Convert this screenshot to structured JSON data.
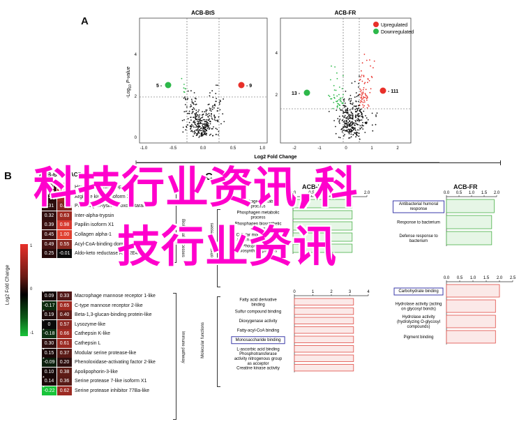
{
  "panels": {
    "a": "A",
    "b": "B",
    "c": "C"
  },
  "overlay": {
    "line1": "科技行业资讯,科",
    "line2": "技行业资讯"
  },
  "volcano": {
    "shared_xlabel": "Log2 Fold Change",
    "ylabel_prefix": "-Log",
    "ylabel_sub": "10",
    "ylabel_suffix": " P-value",
    "legend_up": "Upregulated",
    "legend_down": "Downregulated",
    "colors": {
      "up": "#e8302a",
      "down": "#2db84a",
      "ns": "#111111"
    },
    "left": {
      "title": "ACB-BtS",
      "xticks": [
        "-1.0",
        "-0.5",
        "0.0",
        "0.5",
        "1.0"
      ],
      "yticks": [
        "0",
        "2",
        "4"
      ],
      "callout_down": "5 -",
      "callout_up": "- 9"
    },
    "right": {
      "title": "ACB-FR",
      "xticks": [
        "-2",
        "-1",
        "0",
        "1",
        "2"
      ],
      "yticks": [
        "2",
        "4"
      ],
      "callout_down": "13 -",
      "callout_up": "- 111"
    }
  },
  "heatmap": {
    "col_left": "ACB-BtS",
    "col_right": "ACB-FR",
    "legend_title": "Log2 Fold Change",
    "legend_ticks": [
      "1",
      "0",
      "-1"
    ],
    "group1_label": "Biological processes",
    "group2_label": "Immune pathway",
    "rows_group1": [
      {
        "a": "0.69",
        "b": "",
        "label": "Hormone-sensitive lipase",
        "ca": "#3a1010",
        "cb": "#b02020",
        "star_a": true
      },
      {
        "a": "0.27",
        "b": "0.60",
        "label": "Arginine kinase isoform X2",
        "ca": "#2a0c0c",
        "cb": "#9a2a22"
      },
      {
        "a": "0.31",
        "b": "0.45",
        "label": "Procollagen-lysine 2-oxoglutarate",
        "ca": "#2e0e0e",
        "cb": "#80251e"
      },
      {
        "a": "0.32",
        "b": "0.63",
        "label": "Inter-alpha-trypsin",
        "ca": "#300e0e",
        "cb": "#a02a22"
      },
      {
        "a": "0.39",
        "b": "0.98",
        "label": "Papilin isoform X1",
        "ca": "#3a1010",
        "cb": "#d83a30"
      },
      {
        "a": "0.45",
        "b": "1.00",
        "label": "Collagen alpha-1",
        "ca": "#401212",
        "cb": "#e04030"
      },
      {
        "a": "0.49",
        "b": "0.55",
        "label": "Acyl-CoA-binding domain",
        "ca": "#461414",
        "cb": "#8a2a22"
      },
      {
        "a": "0.25",
        "b": "-0.01",
        "label": "Aldo-keto reductase AKR2E4-like",
        "ca": "#260a0a",
        "cb": "#0a0a0a"
      }
    ],
    "rows_group2": [
      {
        "a": "0.09",
        "b": "0.33",
        "label": "Macrophage mannose receptor 1-like",
        "ca": "#140606",
        "cb": "#521818",
        "star_a": true
      },
      {
        "a": "-0.17",
        "b": "0.65",
        "label": "C-type mannose receptor 2-like",
        "ca": "#0c2a0e",
        "cb": "#a02a22",
        "star_a": true
      },
      {
        "a": "0.19",
        "b": "0.40",
        "label": "Beta-1,3-glucan-binding protein-like",
        "ca": "#1e0a0a",
        "cb": "#621c18",
        "star_a": true
      },
      {
        "a": "0",
        "b": "0.57",
        "label": "Lysozyme-like",
        "ca": "#0a0a0a",
        "cb": "#8e2822",
        "star_a": true
      },
      {
        "a": "-0.18",
        "b": "0.66",
        "label": "Cathepsin K-like",
        "ca": "#0e3012",
        "cb": "#a42c24",
        "star_a": true
      },
      {
        "a": "0.30",
        "b": "0.61",
        "label": "Cathepsin L",
        "ca": "#2e0e0e",
        "cb": "#9a2a22"
      },
      {
        "a": "0.15",
        "b": "0.37",
        "label": "Modular serine protease-like",
        "ca": "#1a0808",
        "cb": "#5a1a16",
        "star_a": true
      },
      {
        "a": "-0.09",
        "b": "0.20",
        "label": "Phenoloxidase-activating factor 2-like",
        "ca": "#0a1e0c",
        "cb": "#2e0e0e",
        "star_a": true
      },
      {
        "a": "0.10",
        "b": "0.38",
        "label": "Apolipophorin-3-like",
        "ca": "#160808",
        "cb": "#5e1c16"
      },
      {
        "a": "0.14",
        "b": "0.36",
        "label": "Serine protease 7-like isoform X1",
        "ca": "#1a0808",
        "cb": "#581a16",
        "star_a": true
      },
      {
        "a": "-0.22",
        "b": "0.62",
        "label": "Serine protease inhibitor 77Ba-like",
        "ca": "#19c43a",
        "cb": "#9c2a22",
        "star_a": true
      }
    ]
  },
  "enrichment": {
    "left_title": "ACB-BtS",
    "right_title": "ACB-FR",
    "group1_label": "Biological processes",
    "group2_label": "Molecular functions",
    "left_top_ticks": [
      "0.0",
      "0.5",
      "1.0",
      "1.5",
      "2.0"
    ],
    "left_bottom_ticks": [
      "0",
      "1",
      "2",
      "3",
      "4"
    ],
    "right_top_ticks": [
      "0.0",
      "0.5",
      "1.0",
      "1.5",
      "2.0"
    ],
    "right_bottom_ticks": [
      "0.0",
      "0.5",
      "1.0",
      "1.5",
      "2.0",
      "2.5"
    ],
    "left_bp": [
      {
        "label": "Phosphagen metabolic process",
        "value": 1.6
      },
      {
        "label": "Phosphagen metabolic process",
        "value": 1.6
      },
      {
        "label": "Phosphagen biosynthetic process",
        "value": 1.6
      },
      {
        "label": "Cellular modified amino acid metabolic process",
        "value": 1.6
      },
      {
        "label": "Phosphocreatine biosynthetic process",
        "value": 1.6
      }
    ],
    "right_bp": [
      {
        "label": "Antibacterial humoral response",
        "value": 1.9,
        "boxed": true
      },
      {
        "label": "Response to bacterium",
        "value": 1.8
      },
      {
        "label": "Defense response to bacterium",
        "value": 1.8
      }
    ],
    "left_mf": [
      {
        "label": "Fatty acid derivative binding",
        "value": 3.2
      },
      {
        "label": "Sulfur compound binding",
        "value": 3.2
      },
      {
        "label": "Dioxygenase activity",
        "value": 3.2
      },
      {
        "label": "Fatty-acyl-CoA binding",
        "value": 3.2
      },
      {
        "label": "Monosaccharide binding",
        "value": 3.2,
        "boxed": true
      },
      {
        "label": "L-ascorbic acid binding",
        "value": 3.2
      },
      {
        "label": "Phosphotransferase activity nitrogenous group as acceptor",
        "value": 3.2
      },
      {
        "label": "Creatine kinase activity",
        "value": 3.2
      }
    ],
    "right_mf": [
      {
        "label": "Carbohydrate binding",
        "value": 2.0,
        "boxed": true
      },
      {
        "label": "Hydrolase activity (acting on glycosyl bonds)",
        "value": 1.85
      },
      {
        "label": "Hydrolase activity (hydrolyzing O-glycosyl compounds)",
        "value": 1.85
      },
      {
        "label": "Pigment binding",
        "value": 1.85
      }
    ]
  }
}
